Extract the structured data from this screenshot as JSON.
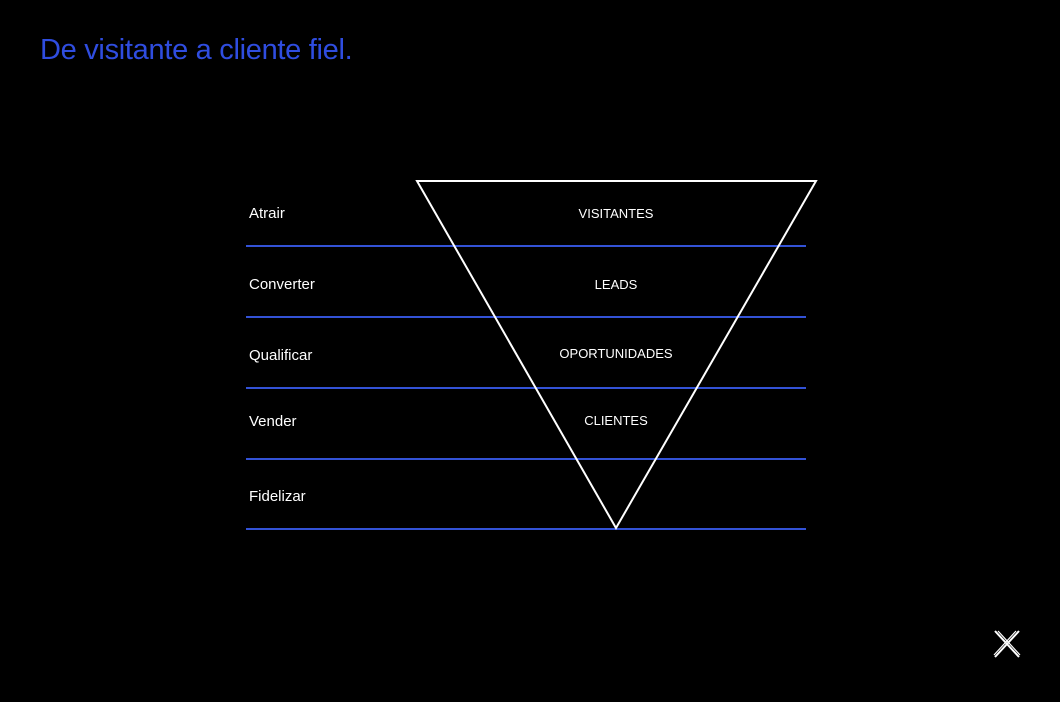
{
  "title": "De visitante a cliente fiel.",
  "colors": {
    "background": "#000000",
    "accent": "#2f4de0",
    "line": "#3352d6",
    "funnel_stroke": "#ffffff",
    "text": "#ffffff"
  },
  "funnel": {
    "stages": [
      {
        "stage": "Atrair",
        "level": "VISITANTES"
      },
      {
        "stage": "Converter",
        "level": "LEADS"
      },
      {
        "stage": "Qualificar",
        "level": "OPORTUNIDADES"
      },
      {
        "stage": "Vender",
        "level": "CLIENTES"
      },
      {
        "stage": "Fidelizar",
        "level": ""
      }
    ]
  },
  "logo": {
    "icon": "brand-x-icon"
  }
}
